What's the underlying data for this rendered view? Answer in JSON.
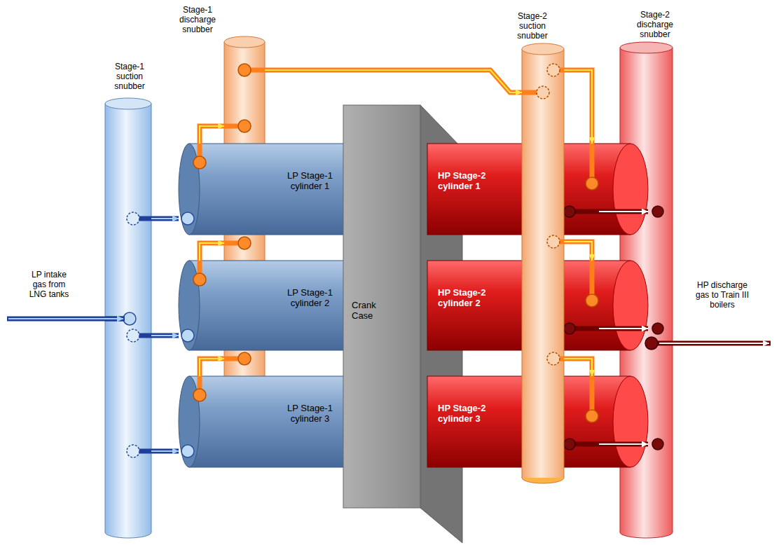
{
  "diagram": {
    "nodes": [
      {
        "text": [
          "Stage-1 suction snubber"
        ]
      },
      {
        "text": [
          "Stage-1 discharge snubber"
        ]
      },
      {
        "text": [
          "LP Stage-1 cylinder 1"
        ]
      },
      {
        "text": [
          "LP Stage-1 cylinder 2"
        ]
      },
      {
        "text": [
          "LP Stage-1 cylinder 3"
        ]
      },
      {
        "text": [
          "Crank Case"
        ]
      },
      {
        "text": [
          "Stage-2 suction snubber"
        ]
      },
      {
        "text": [
          "HP Stage-2 cylinder 1"
        ]
      },
      {
        "text": [
          "HP Stage-2 cylinder 2"
        ]
      },
      {
        "text": [
          "HP Stage-2 cylinder 3"
        ]
      },
      {
        "text": [
          "Stage-2 discharge snubber"
        ]
      }
    ],
    "edges": [
      {
        "from": 0,
        "to": 2,
        "arrow": "to"
      },
      {
        "from": 0,
        "to": 3,
        "arrow": "to"
      },
      {
        "from": 0,
        "to": 4,
        "arrow": "to"
      },
      {
        "from": 2,
        "to": 1,
        "arrow": "to"
      },
      {
        "from": 3,
        "to": 1,
        "arrow": "to"
      },
      {
        "from": 4,
        "to": 1,
        "arrow": "to"
      },
      {
        "from": 1,
        "to": 6,
        "arrow": "to"
      },
      {
        "from": 6,
        "to": 7,
        "arrow": "to"
      },
      {
        "from": 6,
        "to": 8,
        "arrow": "to"
      },
      {
        "from": 6,
        "to": 9,
        "arrow": "to"
      },
      {
        "from": 7,
        "to": 10,
        "arrow": "to"
      },
      {
        "from": 8,
        "to": 10,
        "arrow": "to"
      },
      {
        "from": 9,
        "to": 10,
        "arrow": "to"
      }
    ],
    "labels": [
      "LP intake gas from LNG tanks",
      "HP discharge gas to Train III boilers"
    ]
  }
}
